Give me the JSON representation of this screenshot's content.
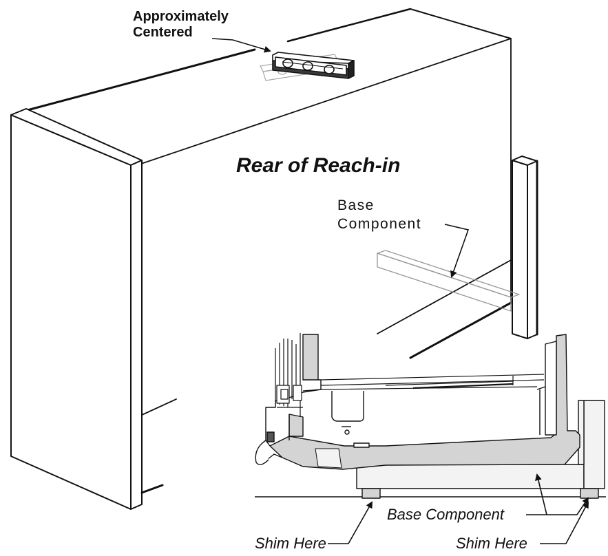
{
  "labels": {
    "approximately": "Approximately",
    "centered": "Centered",
    "rear_of_reach_in": "Rear of Reach-in",
    "base": "Base",
    "component": "Component",
    "base_component_bottom": "Base Component",
    "shim_here": "Shim Here"
  },
  "colors": {
    "line": "#111111",
    "fill_gray": "#d4d4d4",
    "fill_light": "#f3f3f3",
    "ghost": "#9a9a9a"
  }
}
